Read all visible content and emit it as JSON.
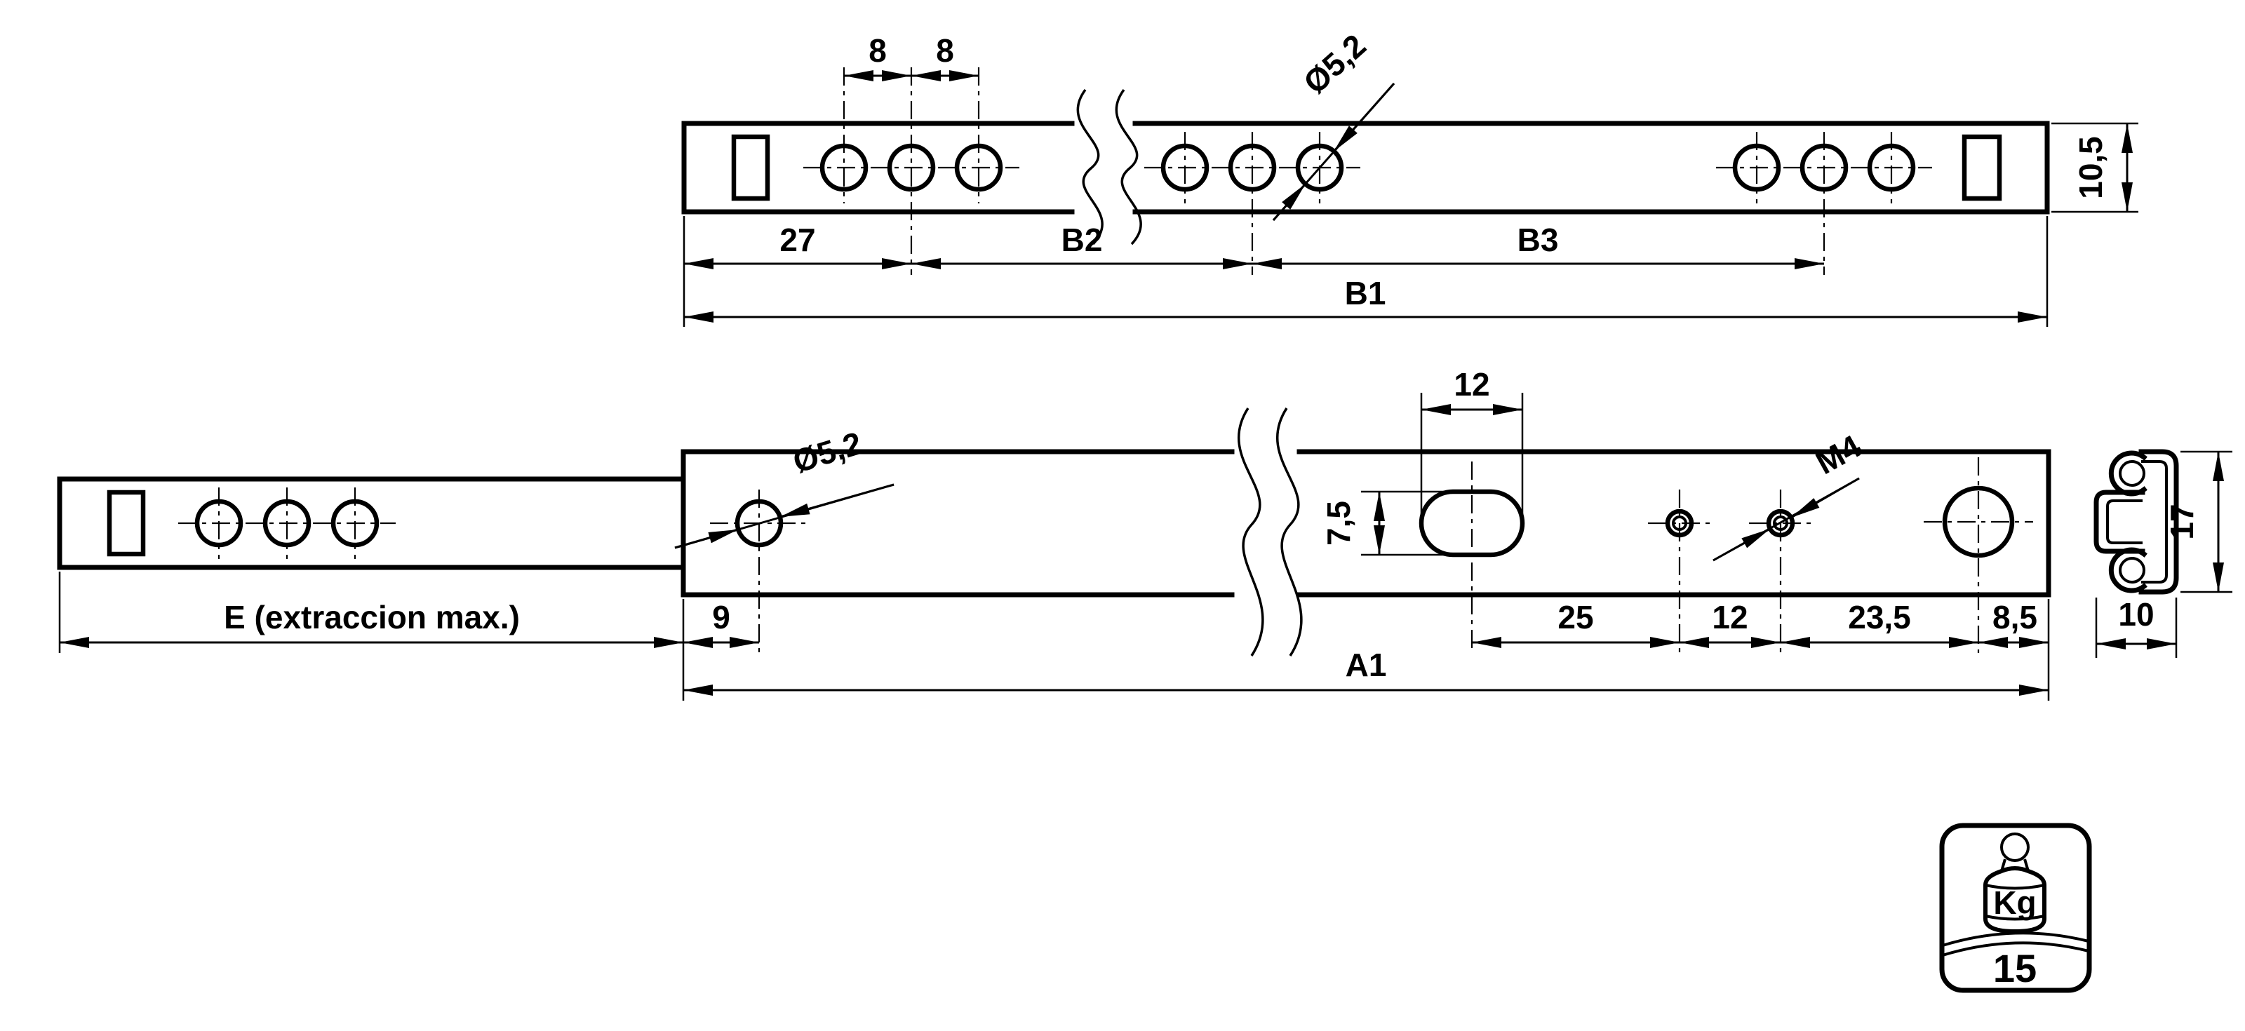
{
  "colors": {
    "ink": "#000000",
    "paper": "#ffffff"
  },
  "views": {
    "top_rail": {
      "hole_pitch_left": "8",
      "hole_pitch_right": "8",
      "hole_diameter": "Ø5,2",
      "end_offset": "27",
      "span_b2": "B2",
      "span_b3": "B3",
      "total_length": "B1",
      "profile_height": "10,5"
    },
    "extended_rail": {
      "extraction": "E (extraccion max.)",
      "front_offset": "9",
      "hole_diameter": "Ø5,2",
      "slot_width": "12",
      "slot_height": "7,5",
      "thread": "M4",
      "dist_25": "25",
      "dist_12": "12",
      "dist_23_5": "23,5",
      "dist_8_5": "8,5",
      "total_length": "A1"
    },
    "cross_section": {
      "height": "17",
      "width": "10"
    },
    "load_capacity": {
      "unit": "Kg",
      "value": "15"
    }
  }
}
